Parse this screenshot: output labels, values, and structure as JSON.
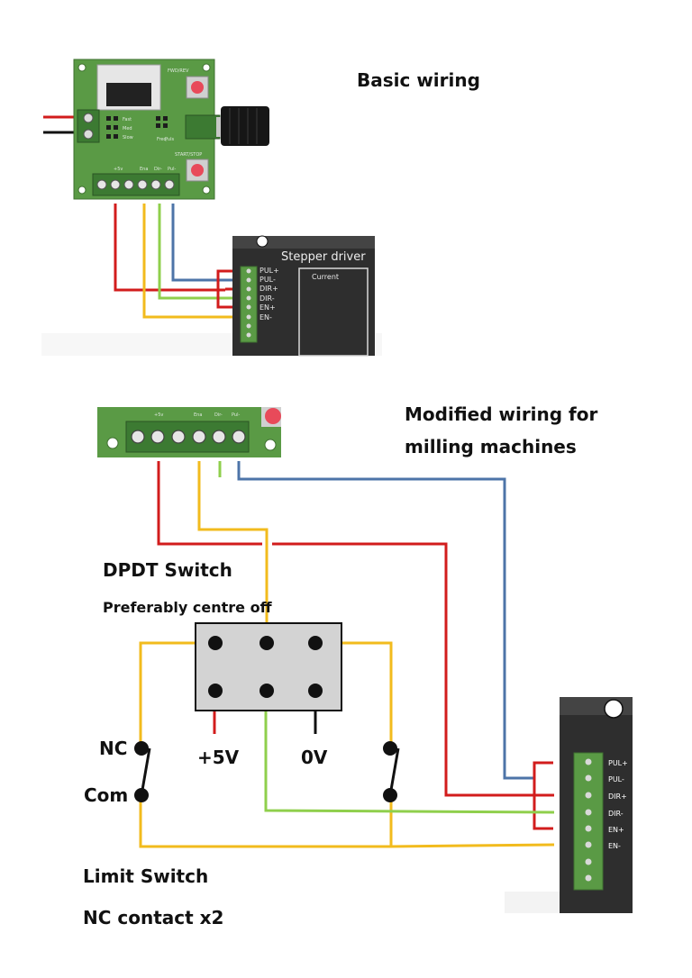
{
  "titles": {
    "basic": "Basic wiring",
    "modified_line1": "Modified wiring for",
    "modified_line2": "milling machines"
  },
  "controller": {
    "fwd_rev": "FWD/REV",
    "start_stop": "START/STOP",
    "speed_labels": [
      "Fast",
      "Med",
      "Slow"
    ],
    "mode_labels": [
      "Freq",
      "Puls"
    ],
    "terminal_labels": [
      "+5v",
      "Ena",
      "Dir-",
      "Pul-"
    ]
  },
  "driver": {
    "title": "Stepper driver",
    "current_label": "Current",
    "pins": [
      "PUL+",
      "PUL-",
      "DIR+",
      "DIR-",
      "EN+",
      "EN-"
    ],
    "pins_cropped": [
      "PUL+",
      "PUL-",
      "DIR+",
      "DIR-",
      "EN+",
      "EN-"
    ]
  },
  "dpdt": {
    "title": "DPDT Switch",
    "subtitle": "Preferably centre off",
    "plus_label": "+5V",
    "zero_label": "0V"
  },
  "limit_switch": {
    "nc_label": "NC",
    "com_label": "Com",
    "title": "Limit Switch",
    "subtitle": "NC contact x2"
  },
  "colors": {
    "red_wire": "#d21c1c",
    "yellow_wire": "#f2bb1d",
    "green_wire": "#8fcf4c",
    "blue_wire": "#4d74a8",
    "pcb_green": "#5a9a45",
    "driver_dark": "#2e2e2e",
    "switch_grey": "#d3d3d3"
  }
}
